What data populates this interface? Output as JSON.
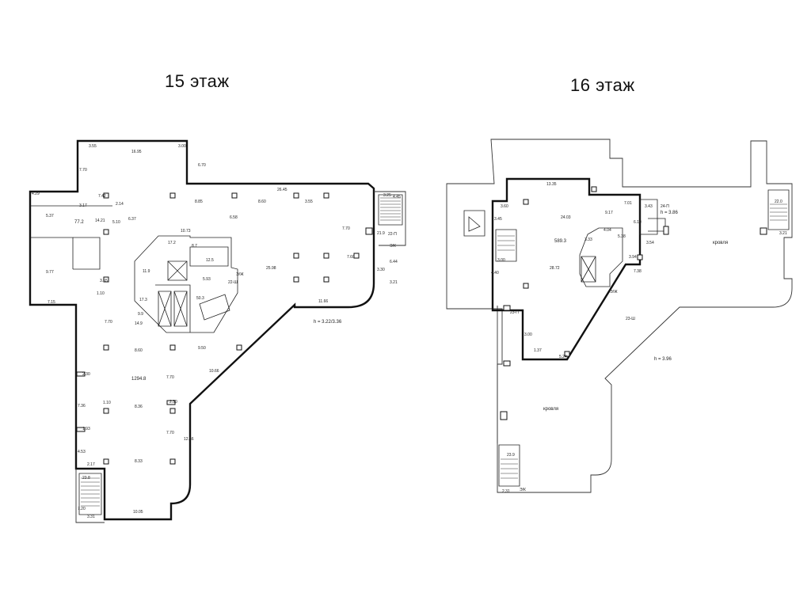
{
  "floor15": {
    "title": "15 этаж",
    "height_note": "h = 3.22/3.36",
    "area_main": "1294.8",
    "area_room_a": "77.2",
    "area_core_labels": [
      "11.9",
      "17.2",
      "8.7",
      "17.3",
      "50.3",
      "9.9",
      "14.9",
      "12.5"
    ],
    "area_stair_bottom": "23.8",
    "area_stair_right": "21.9",
    "dims": [
      "3.55",
      "16.95",
      "3.00",
      "6.70",
      "26.45",
      "7.70",
      "8.85",
      "8.60",
      "3.55",
      "7.70",
      "7.60",
      "25.98",
      "6.44",
      "3.30",
      "11.66",
      "6.58",
      "5.37",
      "14.21",
      "3.17",
      "7.42",
      "2.14",
      "5.10",
      "6.37",
      "9.77",
      "3.55",
      "1.10",
      "7.15",
      "7.70",
      "8.60",
      "9.50",
      "10.66",
      "2.30",
      "7.70",
      "2.30",
      "8.36",
      "7.36",
      "1.10",
      "1.93",
      "7.70",
      "12.56",
      "8.33",
      "4.53",
      "2.17",
      "10.05",
      "3.31",
      "7.20",
      "3.21",
      "4.29",
      "3.25",
      "4.45",
      "5.93",
      "10.73"
    ],
    "markers": [
      "22-П",
      "22-Ш",
      "Э/Ж",
      "Э/К"
    ]
  },
  "floor16": {
    "title": "16 этаж",
    "height_note_a": "h = 3.86",
    "height_note_b": "h = 3.96",
    "area_main": "589.3",
    "roof_label_a": "кровля",
    "roof_label_b": "кровля",
    "area_stair_right": "22.0",
    "area_stair_bottom": "23.9",
    "dims": [
      "13.35",
      "3.60",
      "3.45",
      "24.03",
      "7.01",
      "9.17",
      "6.10",
      "3.43",
      "28.72",
      "4.40",
      "7.38",
      "3.94",
      "4.04",
      "3.33",
      "3.00",
      "5.38",
      "1.37",
      "3.00",
      "2.31",
      "3.21",
      "3.54",
      "5.24"
    ],
    "markers": [
      "23-П",
      "23-Ш",
      "Э/Ж",
      "24-П",
      "Э/К"
    ]
  }
}
